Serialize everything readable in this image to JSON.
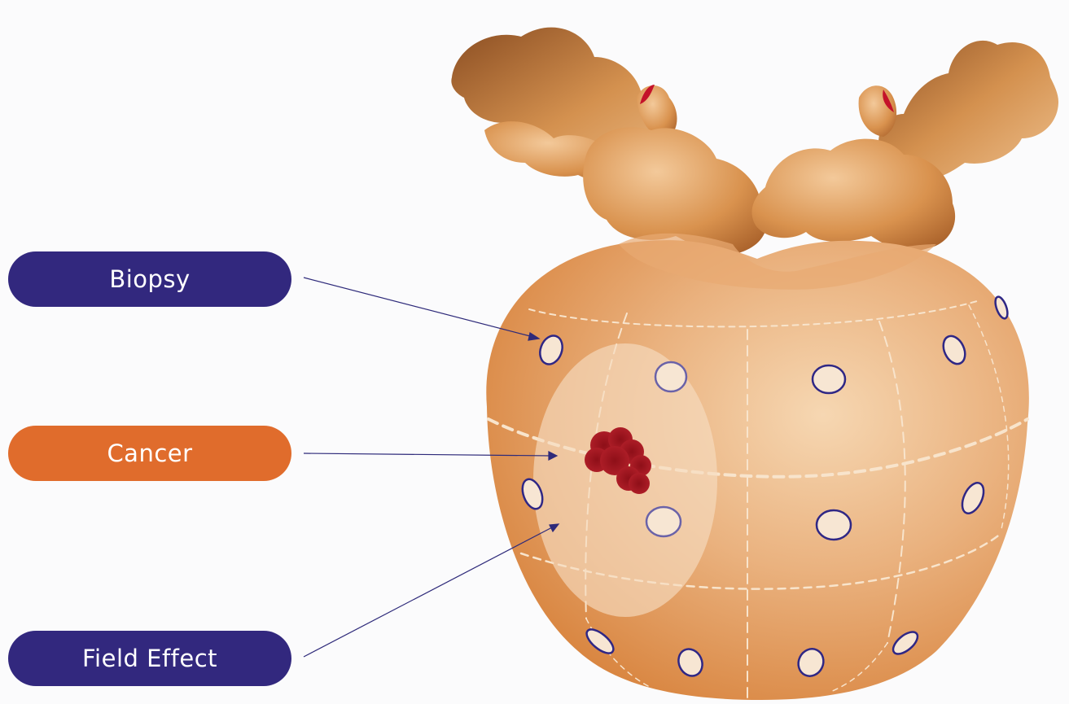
{
  "labels": {
    "biopsy": "Biopsy",
    "cancer": "Cancer",
    "field_effect": "Field Effect"
  },
  "colors": {
    "biopsy": "#32287e",
    "cancer": "#e06c2c",
    "field_effect": "#32287e",
    "organ": "#e09a5a",
    "tumor": "#a8151f",
    "callout_line": "#2e2a7a"
  }
}
